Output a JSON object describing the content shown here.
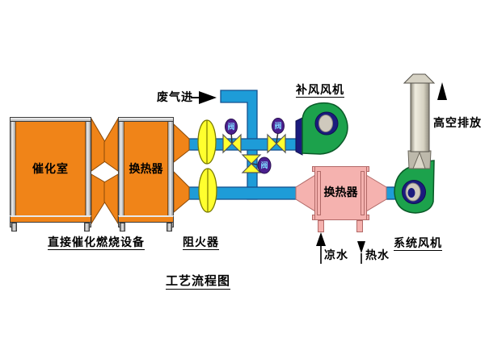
{
  "title": "工艺流程图",
  "labels": {
    "waste_gas_in": "废气进",
    "makeup_fan": "补风风机",
    "exhaust_high": "高空排放",
    "catalytic_chamber": "催化室",
    "heat_exchanger_left": "换热器",
    "combustion_unit_caption": "直接催化燃烧设备",
    "flame_arrester_caption": "阻火器",
    "heat_exchanger_right": "换热器",
    "system_fan": "系统风机",
    "cool_water": "凉水",
    "hot_water": "热水",
    "valve_tag": "阀"
  },
  "colors": {
    "equipment_orange": "#F08418",
    "pipe_blue": "#1E9CD8",
    "valve_yellow": "#FFFF2E",
    "actuator_purple": "#4B1F8E",
    "fan_green": "#1CA24C",
    "fan_hub_navy": "#1B1B7E",
    "exchanger_pink": "#F5B2AF",
    "stack_gray": "#D6D2C4",
    "text_black": "#000000"
  }
}
